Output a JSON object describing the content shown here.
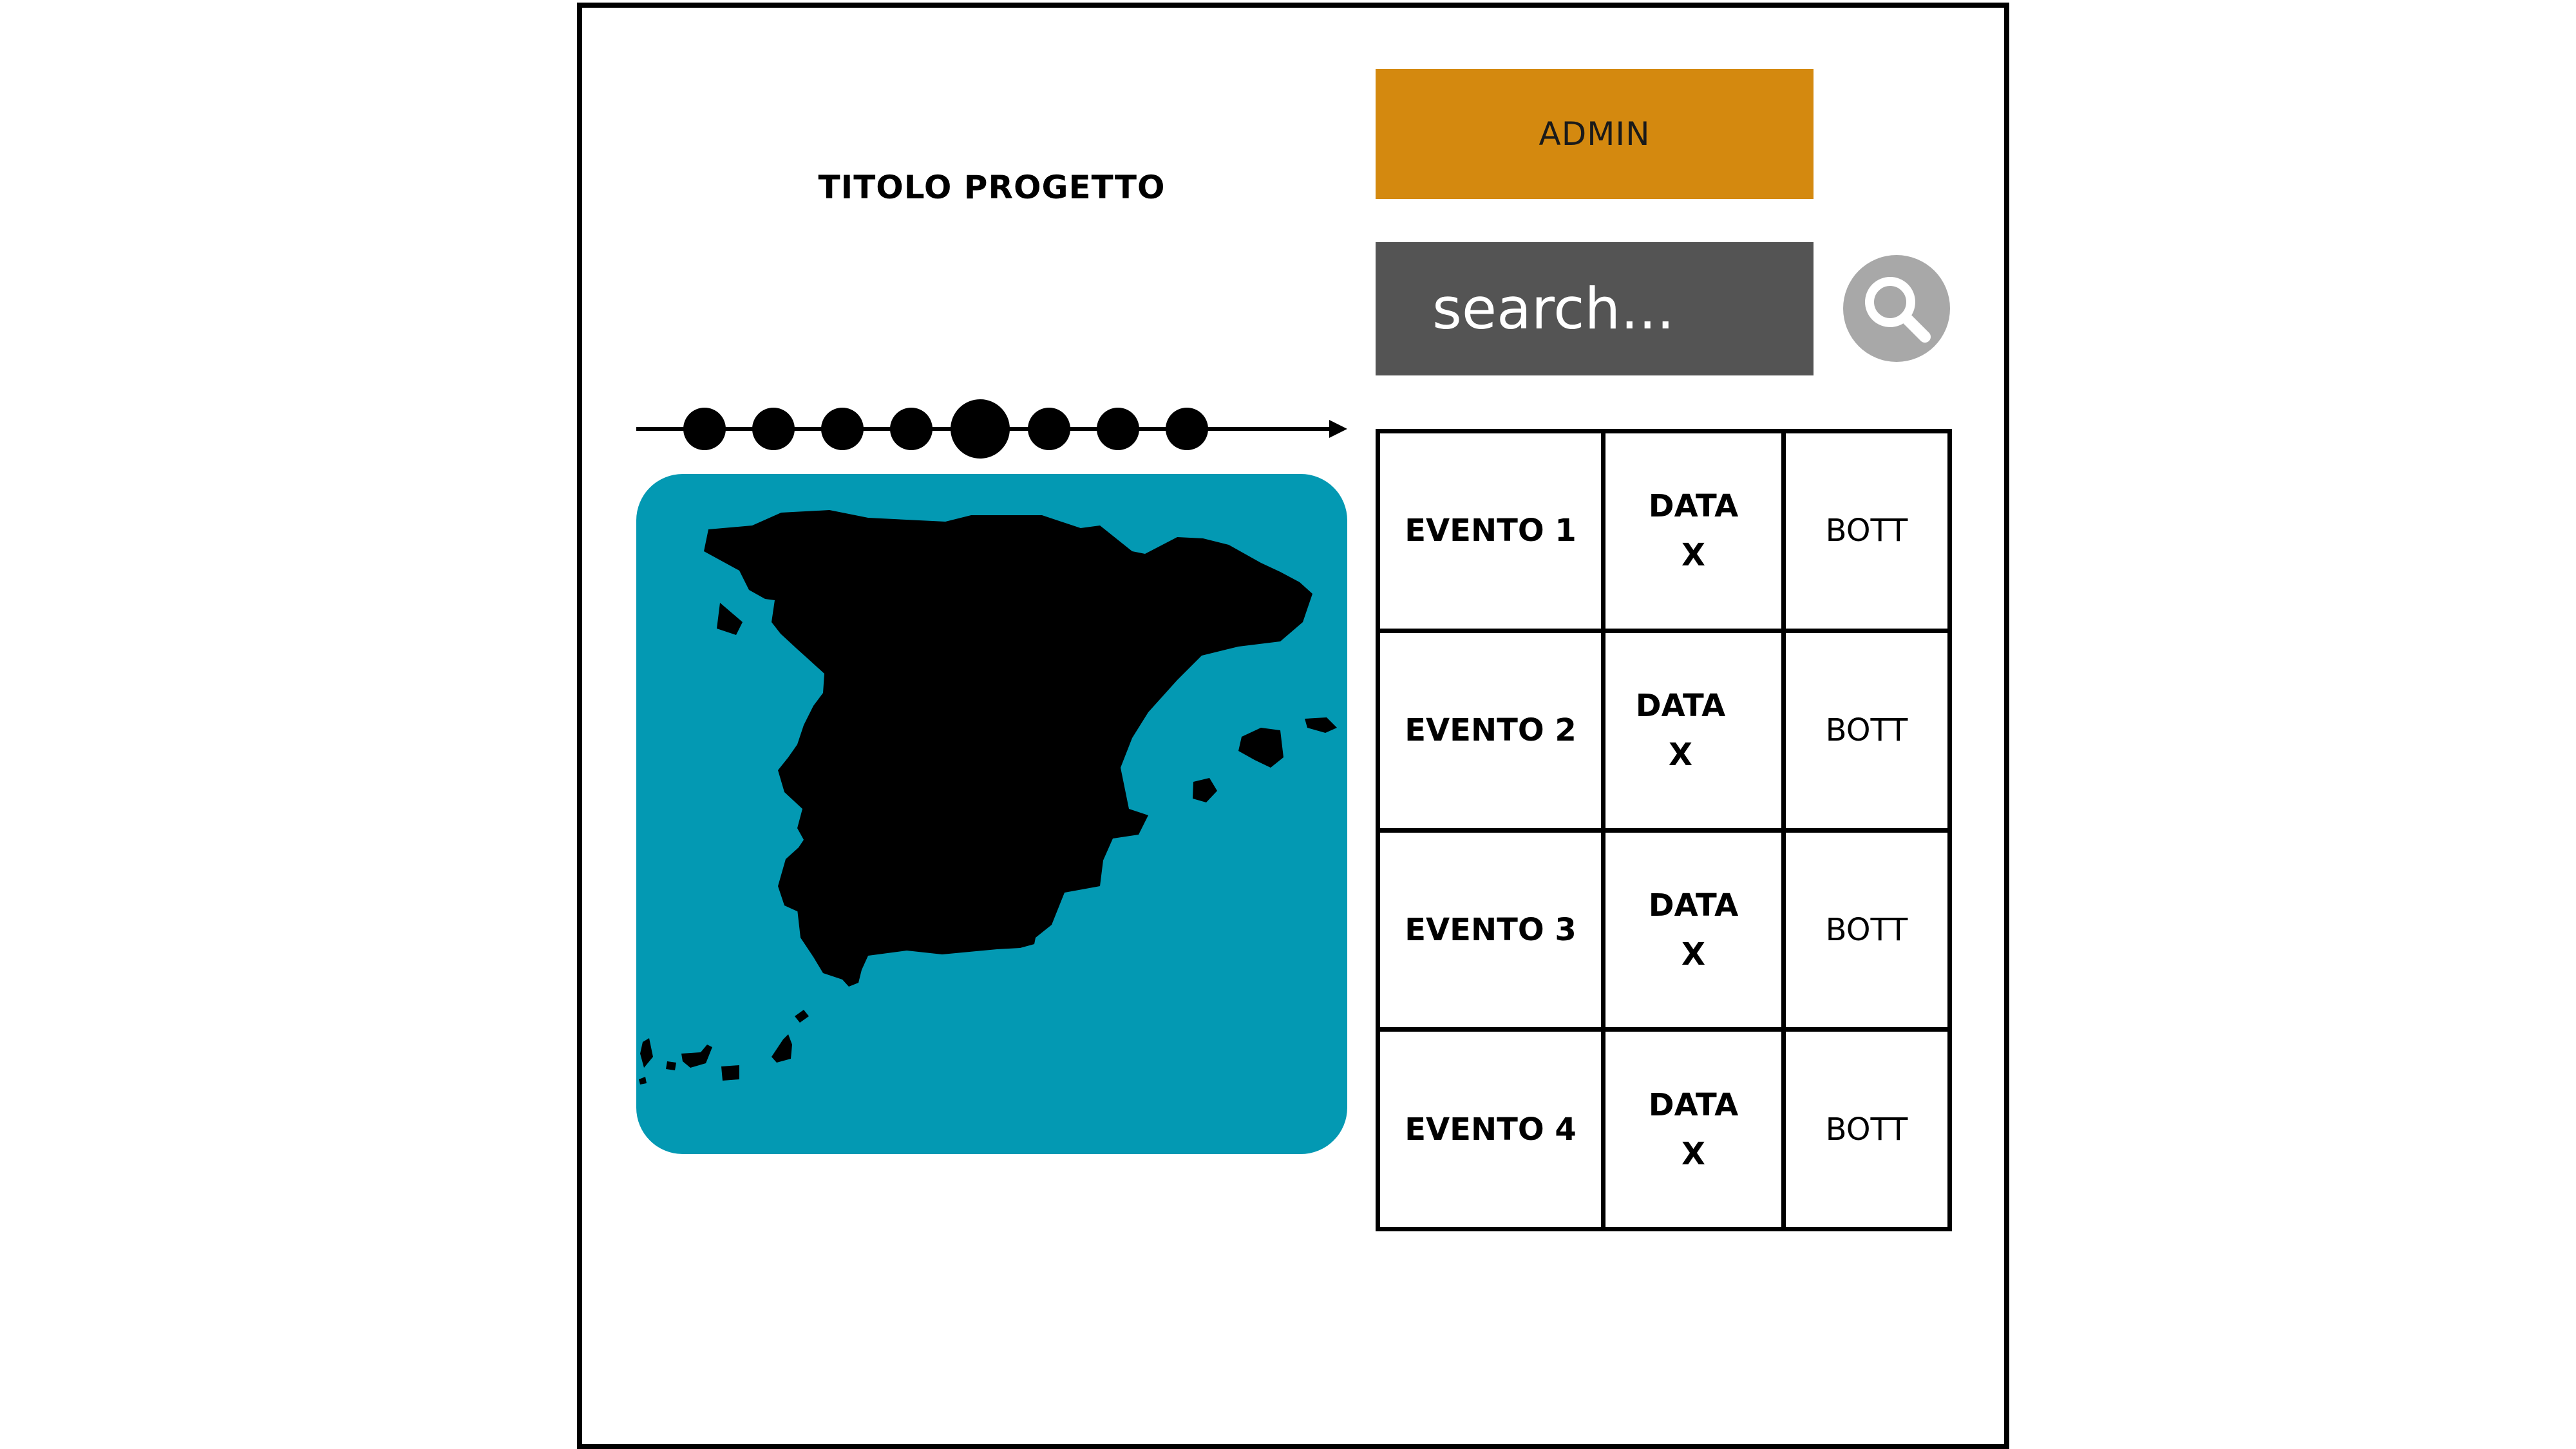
{
  "header": {
    "title": "TITOLO PROGETTO",
    "admin_label": "ADMIN"
  },
  "search": {
    "placeholder": "search...",
    "icon": "search-icon"
  },
  "timeline": {
    "steps": 8,
    "current_step": 5
  },
  "map": {
    "region": "Spain"
  },
  "events": [
    {
      "name": "EVENTO 1",
      "date_line1": "DATA",
      "date_line2": "X",
      "action": "BOTT"
    },
    {
      "name": "EVENTO 2",
      "date_line1": "DATA",
      "date_line2": "X",
      "action": "BOTT"
    },
    {
      "name": "EVENTO 3",
      "date_line1": "DATA",
      "date_line2": "X",
      "action": "BOTT"
    },
    {
      "name": "EVENTO 4",
      "date_line1": "DATA",
      "date_line2": "X",
      "action": "BOTT"
    }
  ],
  "colors": {
    "admin_bg": "#d4890f",
    "search_bg": "#545454",
    "search_btn_bg": "#a8a8a8",
    "map_sea": "#0399b3",
    "land": "#000000"
  }
}
